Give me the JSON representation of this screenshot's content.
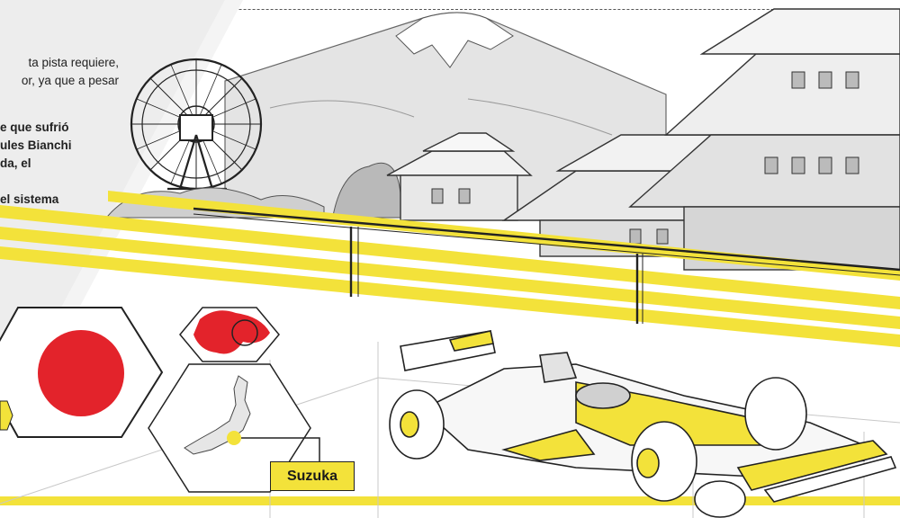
{
  "text": {
    "intro_lines": [
      "ta pista requiere,",
      "or, ya que a pesar"
    ],
    "bold_lines": [
      "e que sufrió",
      "ules Bianchi",
      "da, el",
      "",
      "el sistema"
    ]
  },
  "map": {
    "location_label": "Suzuka"
  },
  "colors": {
    "accent_yellow": "#f3e23a",
    "flag_red": "#e3232b",
    "line_gray": "#444444"
  },
  "illustration": {
    "skyline": [
      "mount-fuji",
      "ferris-wheel",
      "pagoda-castle",
      "trees"
    ],
    "hexagons": [
      "japan-flag",
      "asia-map",
      "japan-map"
    ],
    "vehicle": "formula-1-car"
  }
}
